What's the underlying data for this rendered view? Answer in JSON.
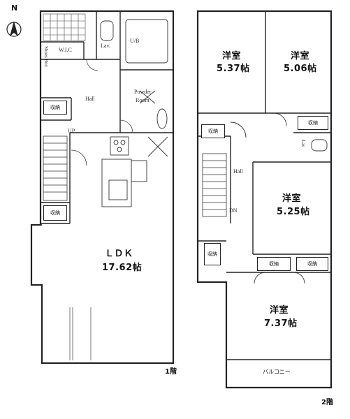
{
  "compass": {
    "north_label": "N"
  },
  "floor1": {
    "label": "1階",
    "rooms": {
      "ldk_name": "ＬＤＫ",
      "ldk_size": "17.62帖",
      "hall": "Hall",
      "powder_room_1": "Powder",
      "powder_room_2": "Room",
      "ub": "U/B",
      "lav": "Lav.",
      "wic": "W.I.C",
      "shoes_box": "Shoes Box",
      "storage_hall": "収納",
      "storage_stairs": "収納",
      "up": "UP"
    }
  },
  "floor2": {
    "label": "2階",
    "rooms": {
      "room_a_name": "洋室",
      "room_a_size": "5.37帖",
      "room_b_name": "洋室",
      "room_b_size": "5.06帖",
      "room_c_name": "洋室",
      "room_c_size": "5.25帖",
      "room_d_name": "洋室",
      "room_d_size": "7.37帖",
      "hall": "Hall",
      "lav": "Lav",
      "dn": "DN",
      "balcony": "バルコニー",
      "storage_1": "収納",
      "storage_2": "収納",
      "storage_3": "収納",
      "storage_4": "収納",
      "storage_5": "収納"
    }
  }
}
